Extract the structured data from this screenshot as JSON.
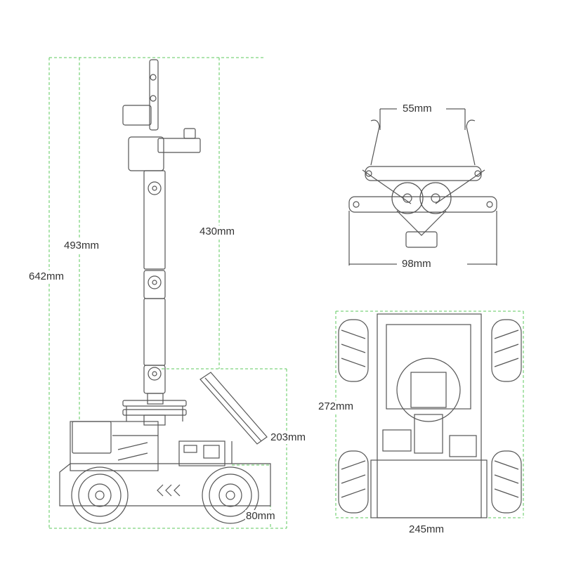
{
  "dimensions": {
    "total_height": "642mm",
    "arm_height": "493mm",
    "upper_arm_height": "430mm",
    "base_height": "203mm",
    "wheel_height": "80mm",
    "gripper_inner": "55mm",
    "gripper_outer": "98mm",
    "body_length": "272mm",
    "body_width": "245mm"
  },
  "colors": {
    "guide": "#5ec85e",
    "outline": "#555555",
    "dimension": "#333333"
  }
}
